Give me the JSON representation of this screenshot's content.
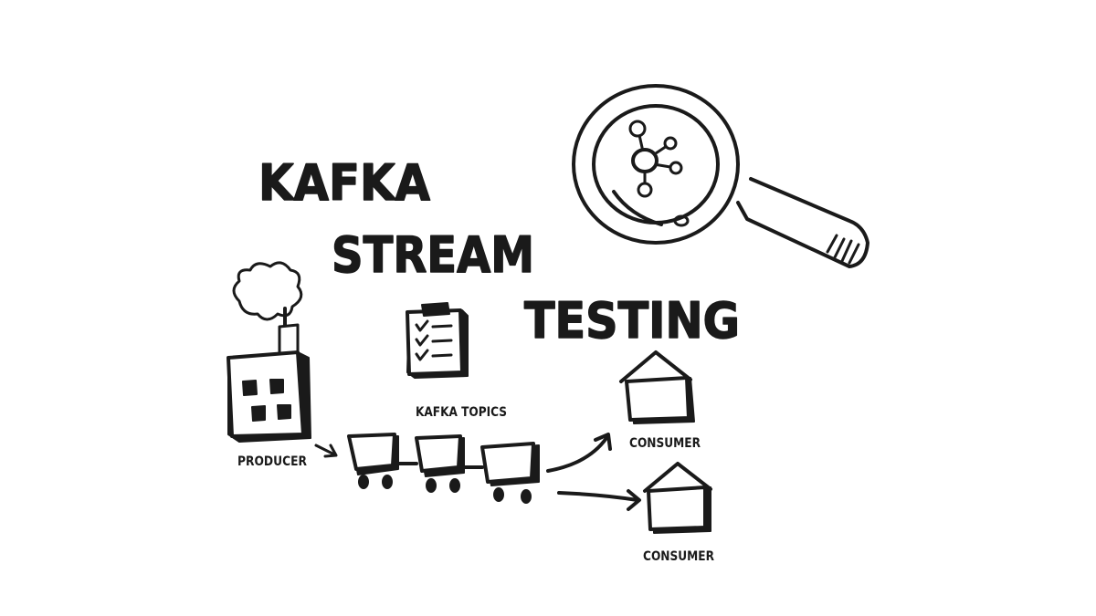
{
  "title": {
    "line1": "KAFKA",
    "line2": "STREAM",
    "line3": "TESTING"
  },
  "labels": {
    "producer": "PRODUCER",
    "topics": "KAFKA TOPICS",
    "consumer_top": "CONSUMER",
    "consumer_bottom": "CONSUMER"
  },
  "icons": {
    "magnifier": "magnifying-glass-icon",
    "graph": "network-graph-icon",
    "factory": "factory-icon",
    "clipboard": "checklist-icon",
    "consumer": "house-icon",
    "topic": "cart-icon"
  },
  "colors": {
    "ink": "#1a1a1a",
    "background": "#ffffff"
  }
}
